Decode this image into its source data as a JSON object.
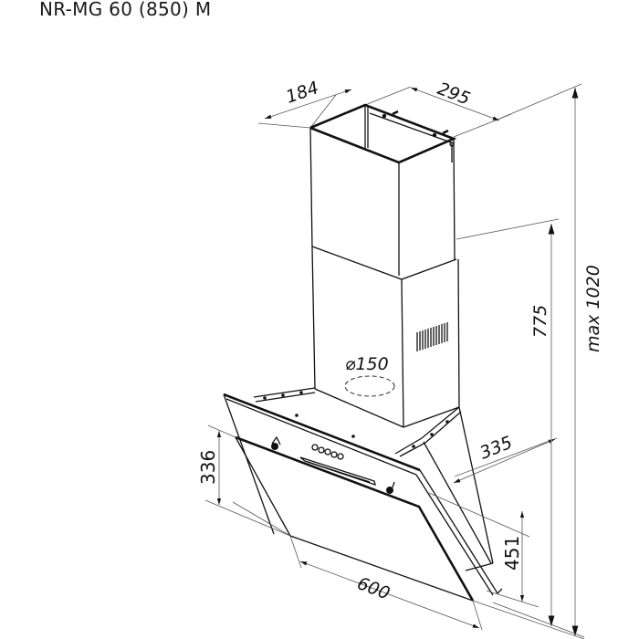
{
  "title": "NR-MG 60 (850) M",
  "colors": {
    "line": "#111111",
    "dimension_line": "#555555",
    "background": "#ffffff"
  },
  "dimensions": {
    "chimney_depth": "184",
    "chimney_width": "295",
    "chimney_height": "775",
    "max_height": "max 1020",
    "duct_diameter": "150",
    "duct_symbol": "⌀",
    "hood_depth": "335",
    "front_height": "336",
    "glass_height": "451",
    "width": "600"
  },
  "parts": [
    "chimney-upper",
    "chimney-lower",
    "vent-grille",
    "duct-outlet",
    "side-bracket",
    "glass-panel",
    "control-buttons",
    "light-strip"
  ]
}
